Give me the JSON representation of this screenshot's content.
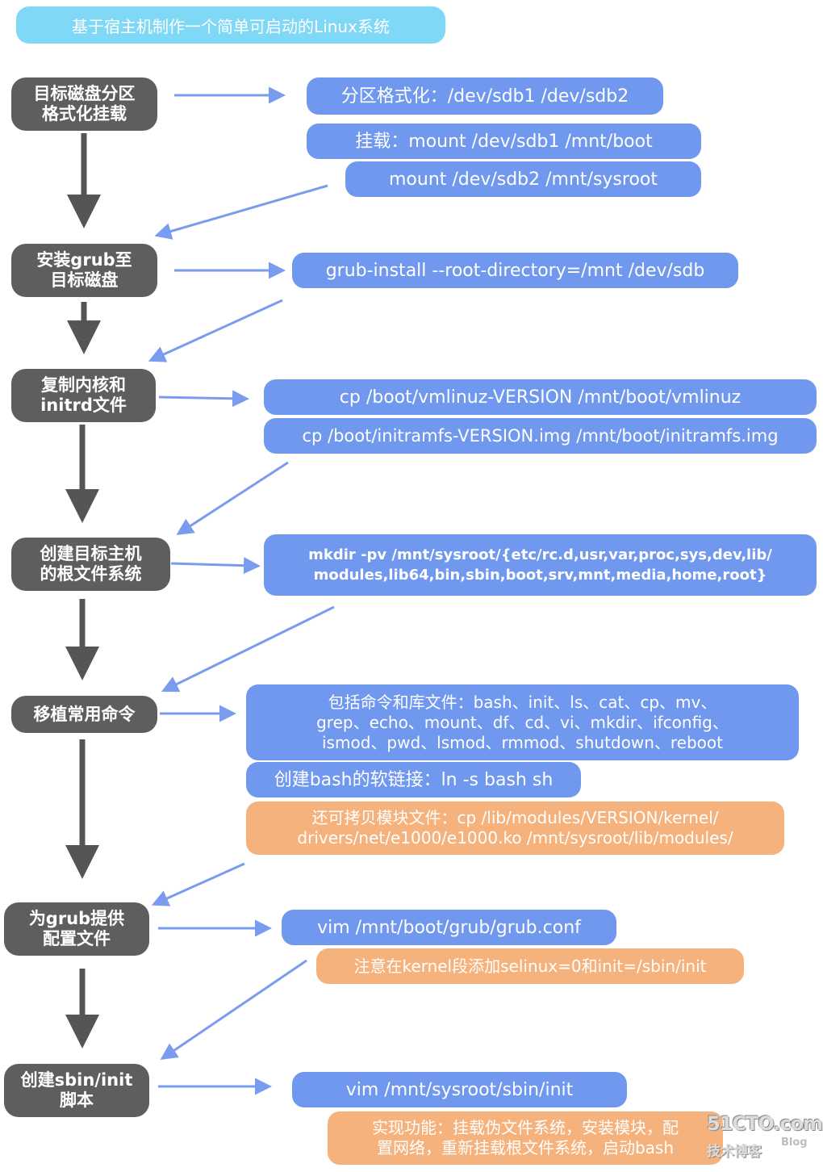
{
  "title": "基于宿主机制作一个简单可启动的Linux系统",
  "steps": [
    {
      "lines": [
        "目标磁盘分区",
        "格式化挂载"
      ]
    },
    {
      "lines": [
        "安装grub至",
        "目标磁盘"
      ]
    },
    {
      "lines": [
        "复制内核和",
        "initrd文件"
      ]
    },
    {
      "lines": [
        "创建目标主机",
        "的根文件系统"
      ]
    },
    {
      "lines": [
        "移植常用命令"
      ]
    },
    {
      "lines": [
        "为grub提供",
        "配置文件"
      ]
    },
    {
      "lines": [
        "创建sbin/init",
        "脚本"
      ]
    }
  ],
  "details": {
    "partition_format": "分区格式化：/dev/sdb1 /dev/sdb2",
    "mount_boot": "挂载：mount /dev/sdb1 /mnt/boot",
    "mount_sysroot": "mount /dev/sdb2 /mnt/sysroot",
    "grub_install": "grub-install --root-directory=/mnt  /dev/sdb",
    "cp_vmlinuz": "cp /boot/vmlinuz-VERSION /mnt/boot/vmlinuz",
    "cp_initramfs": "cp /boot/initramfs-VERSION.img /mnt/boot/initramfs.img",
    "mkdir_lines": [
      "mkdir -pv /mnt/sysroot/{etc/rc.d,usr,var,proc,sys,dev,lib/",
      "modules,lib64,bin,sbin,boot,srv,mnt,media,home,root}"
    ],
    "commands_lines": [
      "包括命令和库文件：bash、init、ls、cat、cp、mv、",
      "grep、echo、mount、df、cd、vi、mkdir、ifconfig、",
      "ismod、pwd、lsmod、rmmod、shutdown、reboot"
    ],
    "bash_link": "创建bash的软链接：ln -s bash sh",
    "modules_lines": [
      "还可拷贝模块文件：cp /lib/modules/VERSION/kernel/",
      "drivers/net/e1000/e1000.ko /mnt/sysroot/lib/modules/"
    ],
    "grub_conf": "vim /mnt/boot/grub/grub.conf",
    "kernel_note": "注意在kernel段添加selinux=0和init=/sbin/init",
    "init_script": "vim /mnt/sysroot/sbin/init",
    "init_function_lines": [
      "实现功能：挂载伪文件系统，安装模块，配",
      "置网络，重新挂载根文件系统，启动bash"
    ]
  },
  "watermark": {
    "logo": "51CTO.com",
    "sub": "技术博客",
    "blog": "Blog"
  },
  "colors": {
    "title_bg": "#7fd8f6",
    "step_bg": "#5e5e5e",
    "blue_box": "#7098ee",
    "orange_box": "#f6b27c",
    "down_arrow": "#555555",
    "side_arrow": "#7a9cee"
  }
}
